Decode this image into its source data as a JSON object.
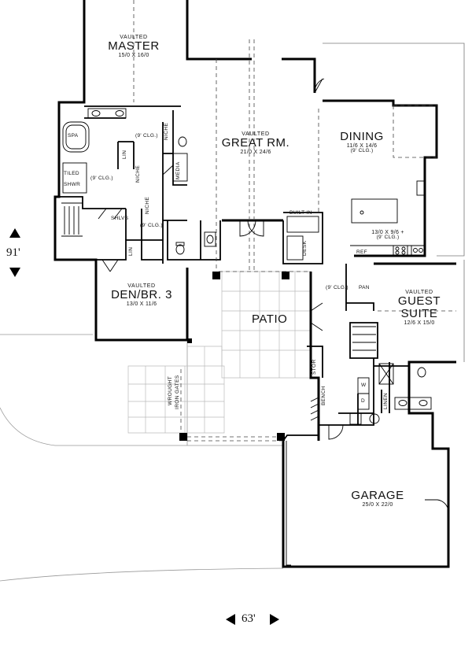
{
  "rooms": {
    "master": {
      "tag": "VAULTED",
      "name": "MASTER",
      "dims": "15/0 X 16/0"
    },
    "great": {
      "tag": "VAULTED",
      "name": "GREAT RM.",
      "dims": "21/0 X 24/6"
    },
    "dining": {
      "name": "DINING",
      "dims": "11/6 X 14/6",
      "clg": "(9' CLG.)"
    },
    "kitchen": {
      "dims": "13/0 X 9/6 +",
      "clg": "(9' CLG.)"
    },
    "den": {
      "tag": "VAULTED",
      "name": "DEN/BR. 3",
      "dims": "13/0 X 11/6"
    },
    "patio": {
      "name": "PATIO"
    },
    "guest": {
      "tag": "VAULTED",
      "name": "GUEST",
      "name2": "SUITE",
      "dims": "12/6 X 15/0"
    },
    "garage": {
      "name": "GARAGE",
      "dims": "25/0 X 22/0"
    }
  },
  "labels": {
    "spa": "SPA",
    "tiled": "TILED",
    "shwr": "SHWR",
    "lin": "LIN",
    "niche": "NICHE",
    "media": "MEDIA",
    "clg9": "(9' CLG.)",
    "shlvs": "SHLVS",
    "builtin": "BUILT-IN",
    "desk": "DESK",
    "ref": "REF",
    "pan": "PAN",
    "stor": "STOR",
    "bench": "BENCH",
    "linen": "LINEN",
    "w": "W",
    "d": "D",
    "gates1": "WROUGHT",
    "gates2": "IRON GATES"
  },
  "dimensions": {
    "depth": "91'",
    "width": "63'"
  }
}
